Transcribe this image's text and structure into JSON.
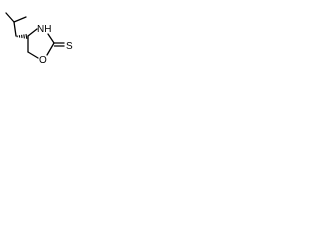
{
  "molecule": {
    "atoms": {
      "nitrogen_h": "NH",
      "oxygen": "O",
      "sulfur": "S"
    },
    "colors": {
      "ink": "#000000",
      "background": "#ffffff"
    }
  }
}
